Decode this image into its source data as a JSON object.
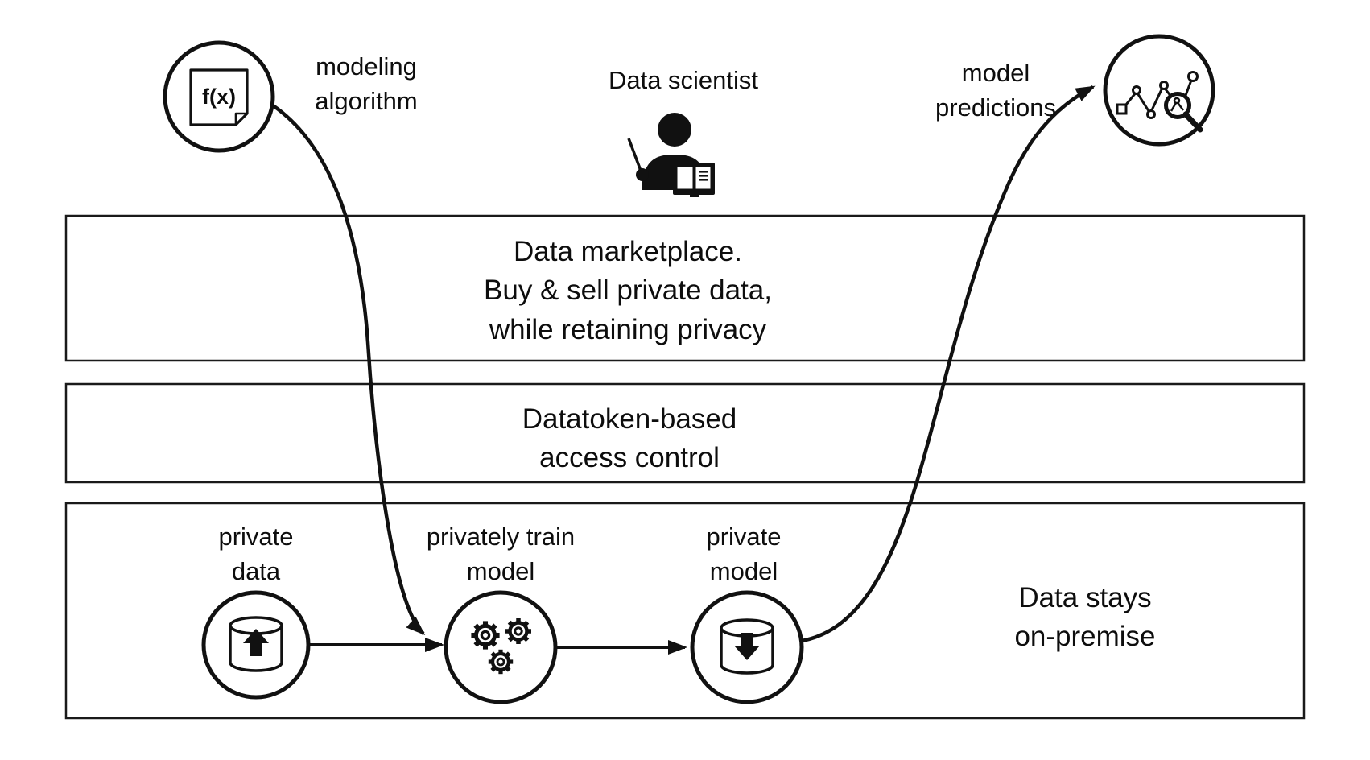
{
  "colors": {
    "ink": "#111111",
    "background": "#ffffff"
  },
  "labels": {
    "modeling_algorithm": "modeling\nalgorithm",
    "fx": "f(x)",
    "data_scientist": "Data scientist",
    "model_predictions": "model\npredictions",
    "band_marketplace": "Data marketplace.\nBuy & sell private data,\nwhile retaining privacy",
    "band_datatoken": "Datatoken-based\naccess control",
    "private_data": "private\ndata",
    "privately_train": "privately train\nmodel",
    "private_model": "private\nmodel",
    "data_stays": "Data stays\non-premise"
  },
  "icons": {
    "fx_document_icon": "document with f(x) formula",
    "data_scientist_icon": "person with pointer and open book",
    "chart_magnifier_icon": "line chart with magnifying glass",
    "database_upload_icon": "database cylinder with up arrow",
    "gears_icon": "three gears (training compute)",
    "database_download_icon": "database cylinder with down arrow"
  }
}
